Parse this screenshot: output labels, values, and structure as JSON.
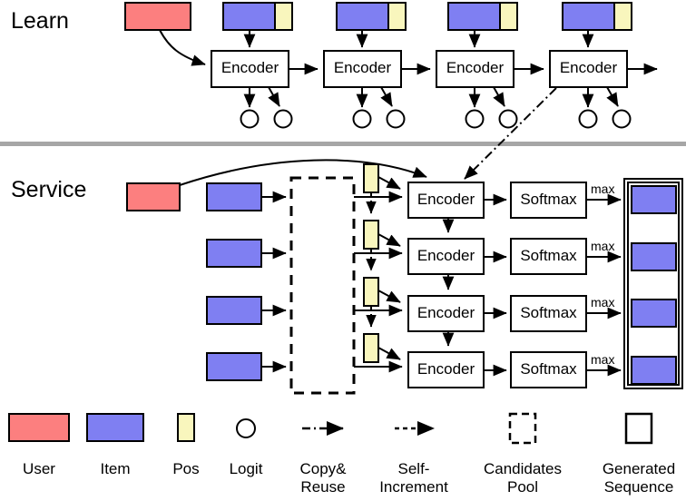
{
  "figure": {
    "sections": [
      {
        "id": "learn",
        "title": "Learn"
      },
      {
        "id": "service",
        "title": "Service"
      }
    ],
    "divider": {
      "color": "#a6a6a6"
    }
  },
  "colors": {
    "user": "#fc7f7f",
    "item": "#7f7ff2",
    "pos": "#f9f6bd",
    "stroke": "#000000",
    "divider": "#a6a6a6",
    "canvas": "#ffffff"
  },
  "learn": {
    "user_block": {
      "type": "user"
    },
    "steps": [
      {
        "encoder_label": "Encoder",
        "input": {
          "item": "Item",
          "pos": "Pos"
        },
        "logits": 2
      },
      {
        "encoder_label": "Encoder",
        "input": {
          "item": "Item",
          "pos": "Pos"
        },
        "logits": 2
      },
      {
        "encoder_label": "Encoder",
        "input": {
          "item": "Item",
          "pos": "Pos"
        },
        "logits": 2
      },
      {
        "encoder_label": "Encoder",
        "input": {
          "item": "Item",
          "pos": "Pos"
        },
        "logits": 2
      }
    ]
  },
  "service": {
    "user_block": {
      "type": "user"
    },
    "candidates_pool_label": "Candidates Pool",
    "generated_sequence_label": "Generated Sequence",
    "rows": [
      {
        "item": "Item",
        "pos": "Pos",
        "encoder_label": "Encoder",
        "softmax_label": "Softmax",
        "edge_label": "max",
        "output": "Item"
      },
      {
        "item": "Item",
        "pos": "Pos",
        "encoder_label": "Encoder",
        "softmax_label": "Softmax",
        "edge_label": "max",
        "output": "Item"
      },
      {
        "item": "Item",
        "pos": "Pos",
        "encoder_label": "Encoder",
        "softmax_label": "Softmax",
        "edge_label": "max",
        "output": "Item"
      },
      {
        "item": "Item",
        "pos": "Pos",
        "encoder_label": "Encoder",
        "softmax_label": "Softmax",
        "edge_label": "max",
        "output": "Item"
      }
    ]
  },
  "legend": {
    "items": [
      {
        "key": "user",
        "label": "User",
        "glyph": "red-rectangle"
      },
      {
        "key": "item",
        "label": "Item",
        "glyph": "blue-rectangle"
      },
      {
        "key": "pos",
        "label": "Pos",
        "glyph": "yellow-rectangle"
      },
      {
        "key": "logit",
        "label": "Logit",
        "glyph": "circle"
      },
      {
        "key": "copy_reuse",
        "label": "Copy&\nReuse",
        "glyph": "dash-dot-arrow"
      },
      {
        "key": "self_increment",
        "label": "Self-\nIncrement",
        "glyph": "dashed-arrow"
      },
      {
        "key": "candidates_pool",
        "label": "Candidates\nPool",
        "glyph": "dashed-square"
      },
      {
        "key": "generated_sequence",
        "label": "Generated\nSequence",
        "glyph": "solid-square"
      }
    ]
  }
}
